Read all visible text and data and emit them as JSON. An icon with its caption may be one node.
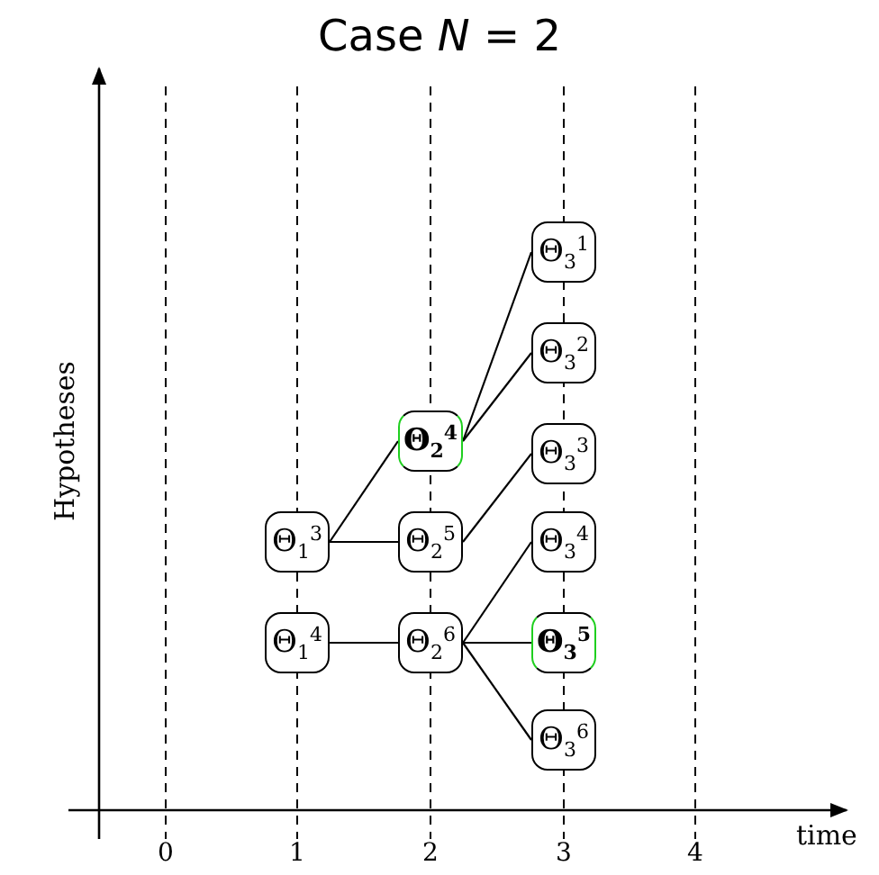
{
  "diagram": {
    "title": "Case *N* = 2",
    "nodes": [
      {
        "text": [
          "Θ$_{3}$$^{1}$"
        ]
      },
      {
        "text": [
          "Θ$_{3}$$^{2}$"
        ]
      },
      {
        "text": [
          "Θ$_{2}$$^{4}$"
        ]
      },
      {
        "text": [
          "Θ$_{3}$$^{3}$"
        ]
      },
      {
        "text": [
          "Θ$_{1}$$^{3}$"
        ]
      },
      {
        "text": [
          "Θ$_{2}$$^{5}$"
        ]
      },
      {
        "text": [
          "Θ$_{3}$$^{4}$"
        ]
      },
      {
        "text": [
          "Θ$_{1}$$^{4}$"
        ]
      },
      {
        "text": [
          "Θ$_{2}$$^{6}$"
        ]
      },
      {
        "text": [
          "Θ$_{3}$$^{5}$"
        ]
      },
      {
        "text": [
          "Θ$_{3}$$^{6}$"
        ]
      }
    ],
    "edges": [
      {
        "from": 4,
        "to": 2,
        "arrow": "none"
      },
      {
        "from": 4,
        "to": 5,
        "arrow": "none"
      },
      {
        "from": 7,
        "to": 8,
        "arrow": "none"
      },
      {
        "from": 2,
        "to": 0,
        "arrow": "none"
      },
      {
        "from": 2,
        "to": 1,
        "arrow": "none"
      },
      {
        "from": 5,
        "to": 3,
        "arrow": "none"
      },
      {
        "from": 8,
        "to": 6,
        "arrow": "none"
      },
      {
        "from": 8,
        "to": 9,
        "arrow": "none"
      },
      {
        "from": 8,
        "to": 10,
        "arrow": "none"
      }
    ],
    "labels": [
      "Hypotheses",
      "time",
      "0",
      "1",
      "2",
      "3",
      "4"
    ]
  }
}
